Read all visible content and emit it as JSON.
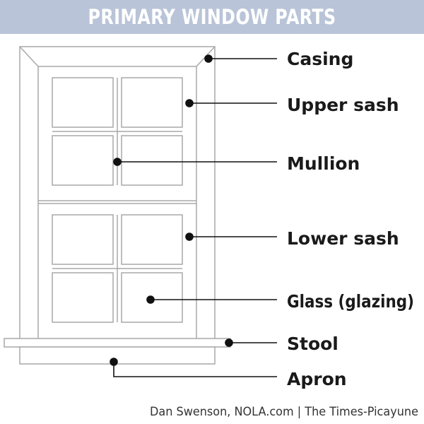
{
  "title": "PRIMARY WINDOW PARTS",
  "labels": {
    "casing": "Casing",
    "upper_sash": "Upper sash",
    "mullion": "Mullion",
    "lower_sash": "Lower sash",
    "glass": "Glass (glazing)",
    "stool": "Stool",
    "apron": "Apron"
  },
  "credit": "Dan Swenson, NOLA.com | The Times-Picayune",
  "colors": {
    "title_bar": "#b9c4d8",
    "title_text": "#ffffff",
    "window_line": "#a8a8a8",
    "leader": "#111111"
  }
}
